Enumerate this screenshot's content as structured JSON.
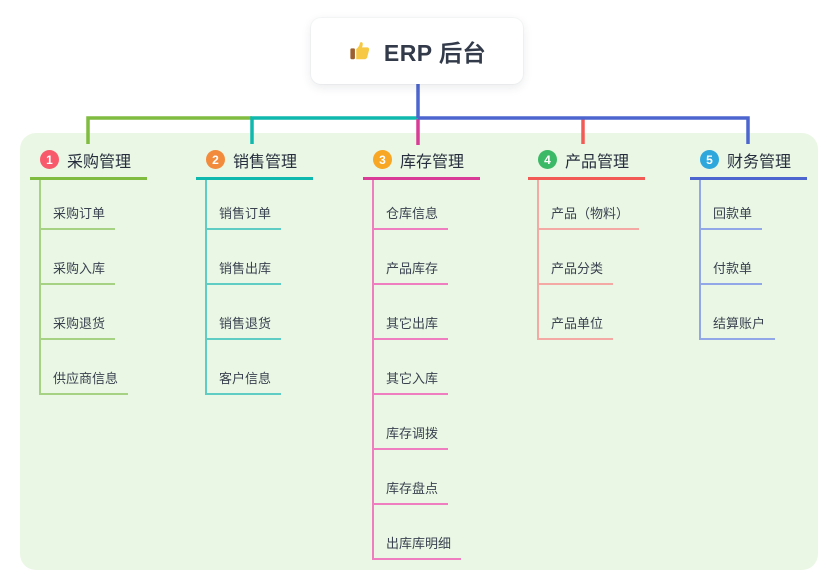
{
  "root": {
    "icon": "thumbs-up",
    "title": "ERP 后台"
  },
  "branches": [
    {
      "num": "1",
      "label": "采购管理",
      "badge_color": "#F8596B",
      "line_color": "#7FBC3F",
      "child_line_color": "#A6D383",
      "children": [
        "采购订单",
        "采购入库",
        "采购退货",
        "供应商信息"
      ]
    },
    {
      "num": "2",
      "label": "销售管理",
      "badge_color": "#F28B3B",
      "line_color": "#10B9AE",
      "child_line_color": "#5FCDC4",
      "children": [
        "销售订单",
        "销售出库",
        "销售退货",
        "客户信息"
      ]
    },
    {
      "num": "3",
      "label": "库存管理",
      "badge_color": "#F7A723",
      "line_color": "#D93C97",
      "child_line_color": "#EF7EC1",
      "children": [
        "仓库信息",
        "产品库存",
        "其它出库",
        "其它入库",
        "库存调拨",
        "库存盘点",
        "出库库明细"
      ]
    },
    {
      "num": "4",
      "label": "产品管理",
      "badge_color": "#3CB966",
      "line_color": "#F25B55",
      "child_line_color": "#F5A9A4",
      "children": [
        "产品（物料）",
        "产品分类",
        "产品单位"
      ]
    },
    {
      "num": "5",
      "label": "财务管理",
      "badge_color": "#2EA7DD",
      "line_color": "#4D66CF",
      "child_line_color": "#92A7E7",
      "children": [
        "回款单",
        "付款单",
        "结算账户"
      ]
    }
  ],
  "connector_colors": {
    "root_line": "#4D66CF",
    "branch1": "#7FBC3F",
    "branch2": "#10B9AE",
    "branch3": "#D93C97",
    "branch4": "#F25B55",
    "branch5": "#4D66CF"
  },
  "canvas_bg": "#EBF7E5"
}
